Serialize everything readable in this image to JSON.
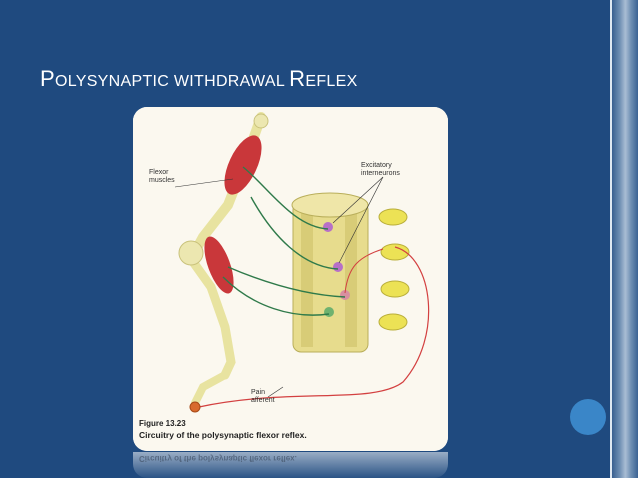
{
  "slide": {
    "title": {
      "cap1": "P",
      "rest1": "OLYSYNAPTIC WITHDRAWAL ",
      "cap2": "R",
      "rest2": "EFLEX"
    }
  },
  "figure": {
    "labels": {
      "flexor_muscles_line1": "Flexor",
      "flexor_muscles_line2": "muscles",
      "excitatory_line1": "Excitatory",
      "excitatory_line2": "interneurons",
      "pain_line1": "Pain",
      "pain_line2": "afferent"
    },
    "caption_number": "Figure 13.23",
    "caption_text": "Circuitry of the polysynaptic flexor reflex."
  },
  "colors": {
    "background": "#1f4a7f",
    "accent_circle": "#3a86c8"
  }
}
